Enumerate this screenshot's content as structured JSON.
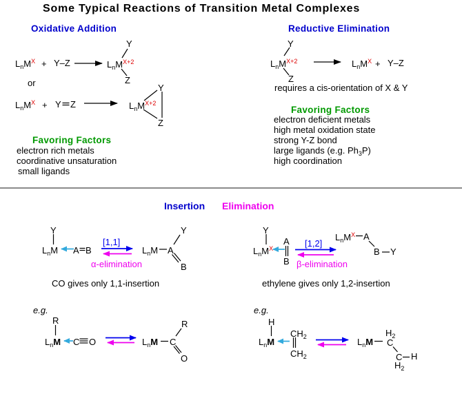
{
  "colors": {
    "heading_blue": "#0000CC",
    "bright_blue": "#0000EE",
    "red": "#DD0000",
    "green": "#009900",
    "magenta": "#EE00EE",
    "cyan": "#33AADD",
    "divider_gray": "#8A8A8A"
  },
  "title": "Some Typical Reactions of Transition Metal Complexes",
  "formula": {
    "L": "L",
    "n": "n",
    "M": "M",
    "supX": "X",
    "supX2": "X+2",
    "Y": "Y",
    "Z": "Z",
    "plus": "+",
    "YZ": "Y–Z",
    "A": "A",
    "B": "B",
    "C": "C",
    "O": "O",
    "R": "R",
    "H": "H",
    "CH": "CH",
    "sub2": "2",
    "or": "or",
    "eg": "e.g."
  },
  "oxidative": {
    "heading": "Oxidative Addition",
    "favoring_heading": "Favoring Factors",
    "factors": [
      "electron rich metals",
      "coordinative unsaturation",
      "small ligands"
    ]
  },
  "reductive": {
    "heading": "Reductive Elimination",
    "note": "requires a cis-orientation of X & Y",
    "favoring_heading": "Favoring Factors",
    "factors": [
      "electron deficient metals",
      "high metal oxidation state",
      "strong Y-Z bond",
      "high coordination"
    ],
    "ligand_factor": {
      "pre": "large ligands (e.g. Ph",
      "sub": "3",
      "post": "P)"
    }
  },
  "insertion": {
    "heading_insertion": "Insertion",
    "heading_elimination": "Elimination",
    "left": {
      "label": "[1,1]",
      "elimination": "α-elimination",
      "caption": "CO gives only 1,1-insertion"
    },
    "right": {
      "label": "[1,2]",
      "elimination": "β-elimination",
      "caption": "ethylene gives only 1,2-insertion"
    }
  }
}
